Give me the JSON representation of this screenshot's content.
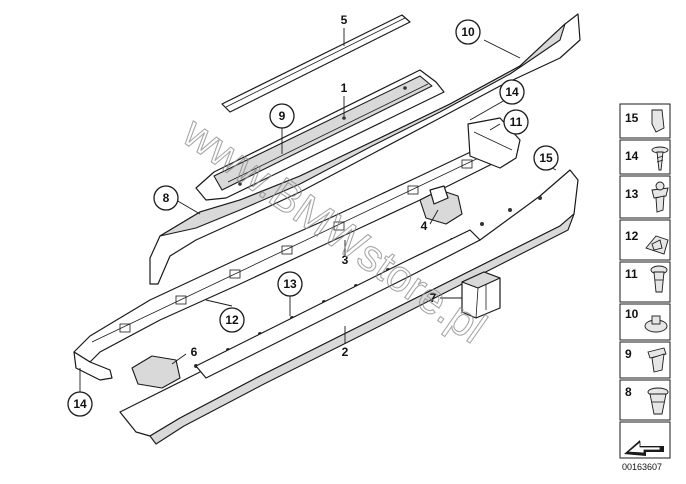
{
  "diagram_id": "00163607",
  "watermark": "www.BMWstore.pl",
  "callouts": [
    {
      "id": "c1",
      "label": "1"
    },
    {
      "id": "c2",
      "label": "2"
    },
    {
      "id": "c3",
      "label": "3"
    },
    {
      "id": "c4",
      "label": "4"
    },
    {
      "id": "c5",
      "label": "5"
    },
    {
      "id": "c6",
      "label": "6"
    },
    {
      "id": "c7",
      "label": "7"
    },
    {
      "id": "c8",
      "label": "8"
    },
    {
      "id": "c9",
      "label": "9"
    },
    {
      "id": "c10",
      "label": "10"
    },
    {
      "id": "c11",
      "label": "11"
    },
    {
      "id": "c12",
      "label": "12"
    },
    {
      "id": "c13",
      "label": "13"
    },
    {
      "id": "c14a",
      "label": "14"
    },
    {
      "id": "c14b",
      "label": "14"
    },
    {
      "id": "c15",
      "label": "15"
    }
  ],
  "legend": [
    {
      "label": "15",
      "icon": "clip-icon"
    },
    {
      "label": "14",
      "icon": "screw-icon"
    },
    {
      "label": "13",
      "icon": "expanding-rivet-icon"
    },
    {
      "label": "12",
      "icon": "spring-nut-icon"
    },
    {
      "label": "11",
      "icon": "push-rivet-icon"
    },
    {
      "label": "10",
      "icon": "plug-icon"
    },
    {
      "label": "9",
      "icon": "clip-button-icon"
    },
    {
      "label": "8",
      "icon": "expanding-clip-icon"
    }
  ]
}
